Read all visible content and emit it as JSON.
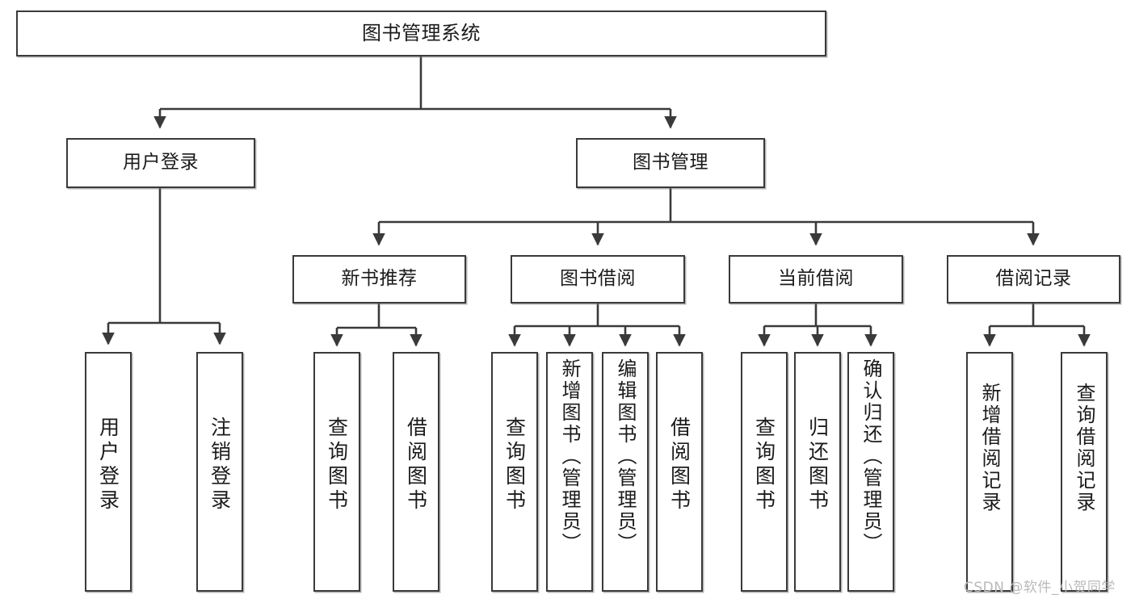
{
  "diagram": {
    "type": "tree-hierarchy-chart",
    "title": "图书管理系统",
    "stroke_color": "#3a3a3a",
    "background_color": "#ffffff",
    "text_color": "#1b1b1b",
    "nodes": {
      "root": {
        "label": "图书管理系统"
      },
      "level2": [
        {
          "id": "user-login",
          "label": "用户登录"
        },
        {
          "id": "book-manage",
          "label": "图书管理"
        }
      ],
      "level3": [
        {
          "id": "new-book-recommend",
          "label": "新书推荐"
        },
        {
          "id": "book-borrow",
          "label": "图书借阅"
        },
        {
          "id": "current-borrow",
          "label": "当前借阅"
        },
        {
          "id": "borrow-record",
          "label": "借阅记录"
        }
      ],
      "leaves": {
        "user_login": [
          {
            "id": "leaf-user-login",
            "label": "用户登录"
          },
          {
            "id": "leaf-logout-login",
            "label": "注销登录"
          }
        ],
        "new_book_recommend": [
          {
            "id": "leaf-query-book-1",
            "label": "查询图书"
          },
          {
            "id": "leaf-borrow-book-1",
            "label": "借阅图书"
          }
        ],
        "book_borrow": [
          {
            "id": "leaf-query-book-2",
            "label": "查询图书"
          },
          {
            "id": "leaf-add-book-admin",
            "label": "新增图书（管理员）"
          },
          {
            "id": "leaf-edit-book-admin",
            "label": "编辑图书（管理员）"
          },
          {
            "id": "leaf-borrow-book-2",
            "label": "借阅图书"
          }
        ],
        "current_borrow": [
          {
            "id": "leaf-query-book-3",
            "label": "查询图书"
          },
          {
            "id": "leaf-return-book",
            "label": "归还图书"
          },
          {
            "id": "leaf-confirm-return-admin",
            "label": "确认归还（管理员）"
          }
        ],
        "borrow_record": [
          {
            "id": "leaf-add-borrow-record",
            "label": "新增借阅记录"
          },
          {
            "id": "leaf-query-borrow-record",
            "label": "查询借阅记录"
          }
        ]
      }
    }
  },
  "watermark": {
    "text": "CSDN @软件_小贺同学",
    "color": "#b9b9b9"
  }
}
